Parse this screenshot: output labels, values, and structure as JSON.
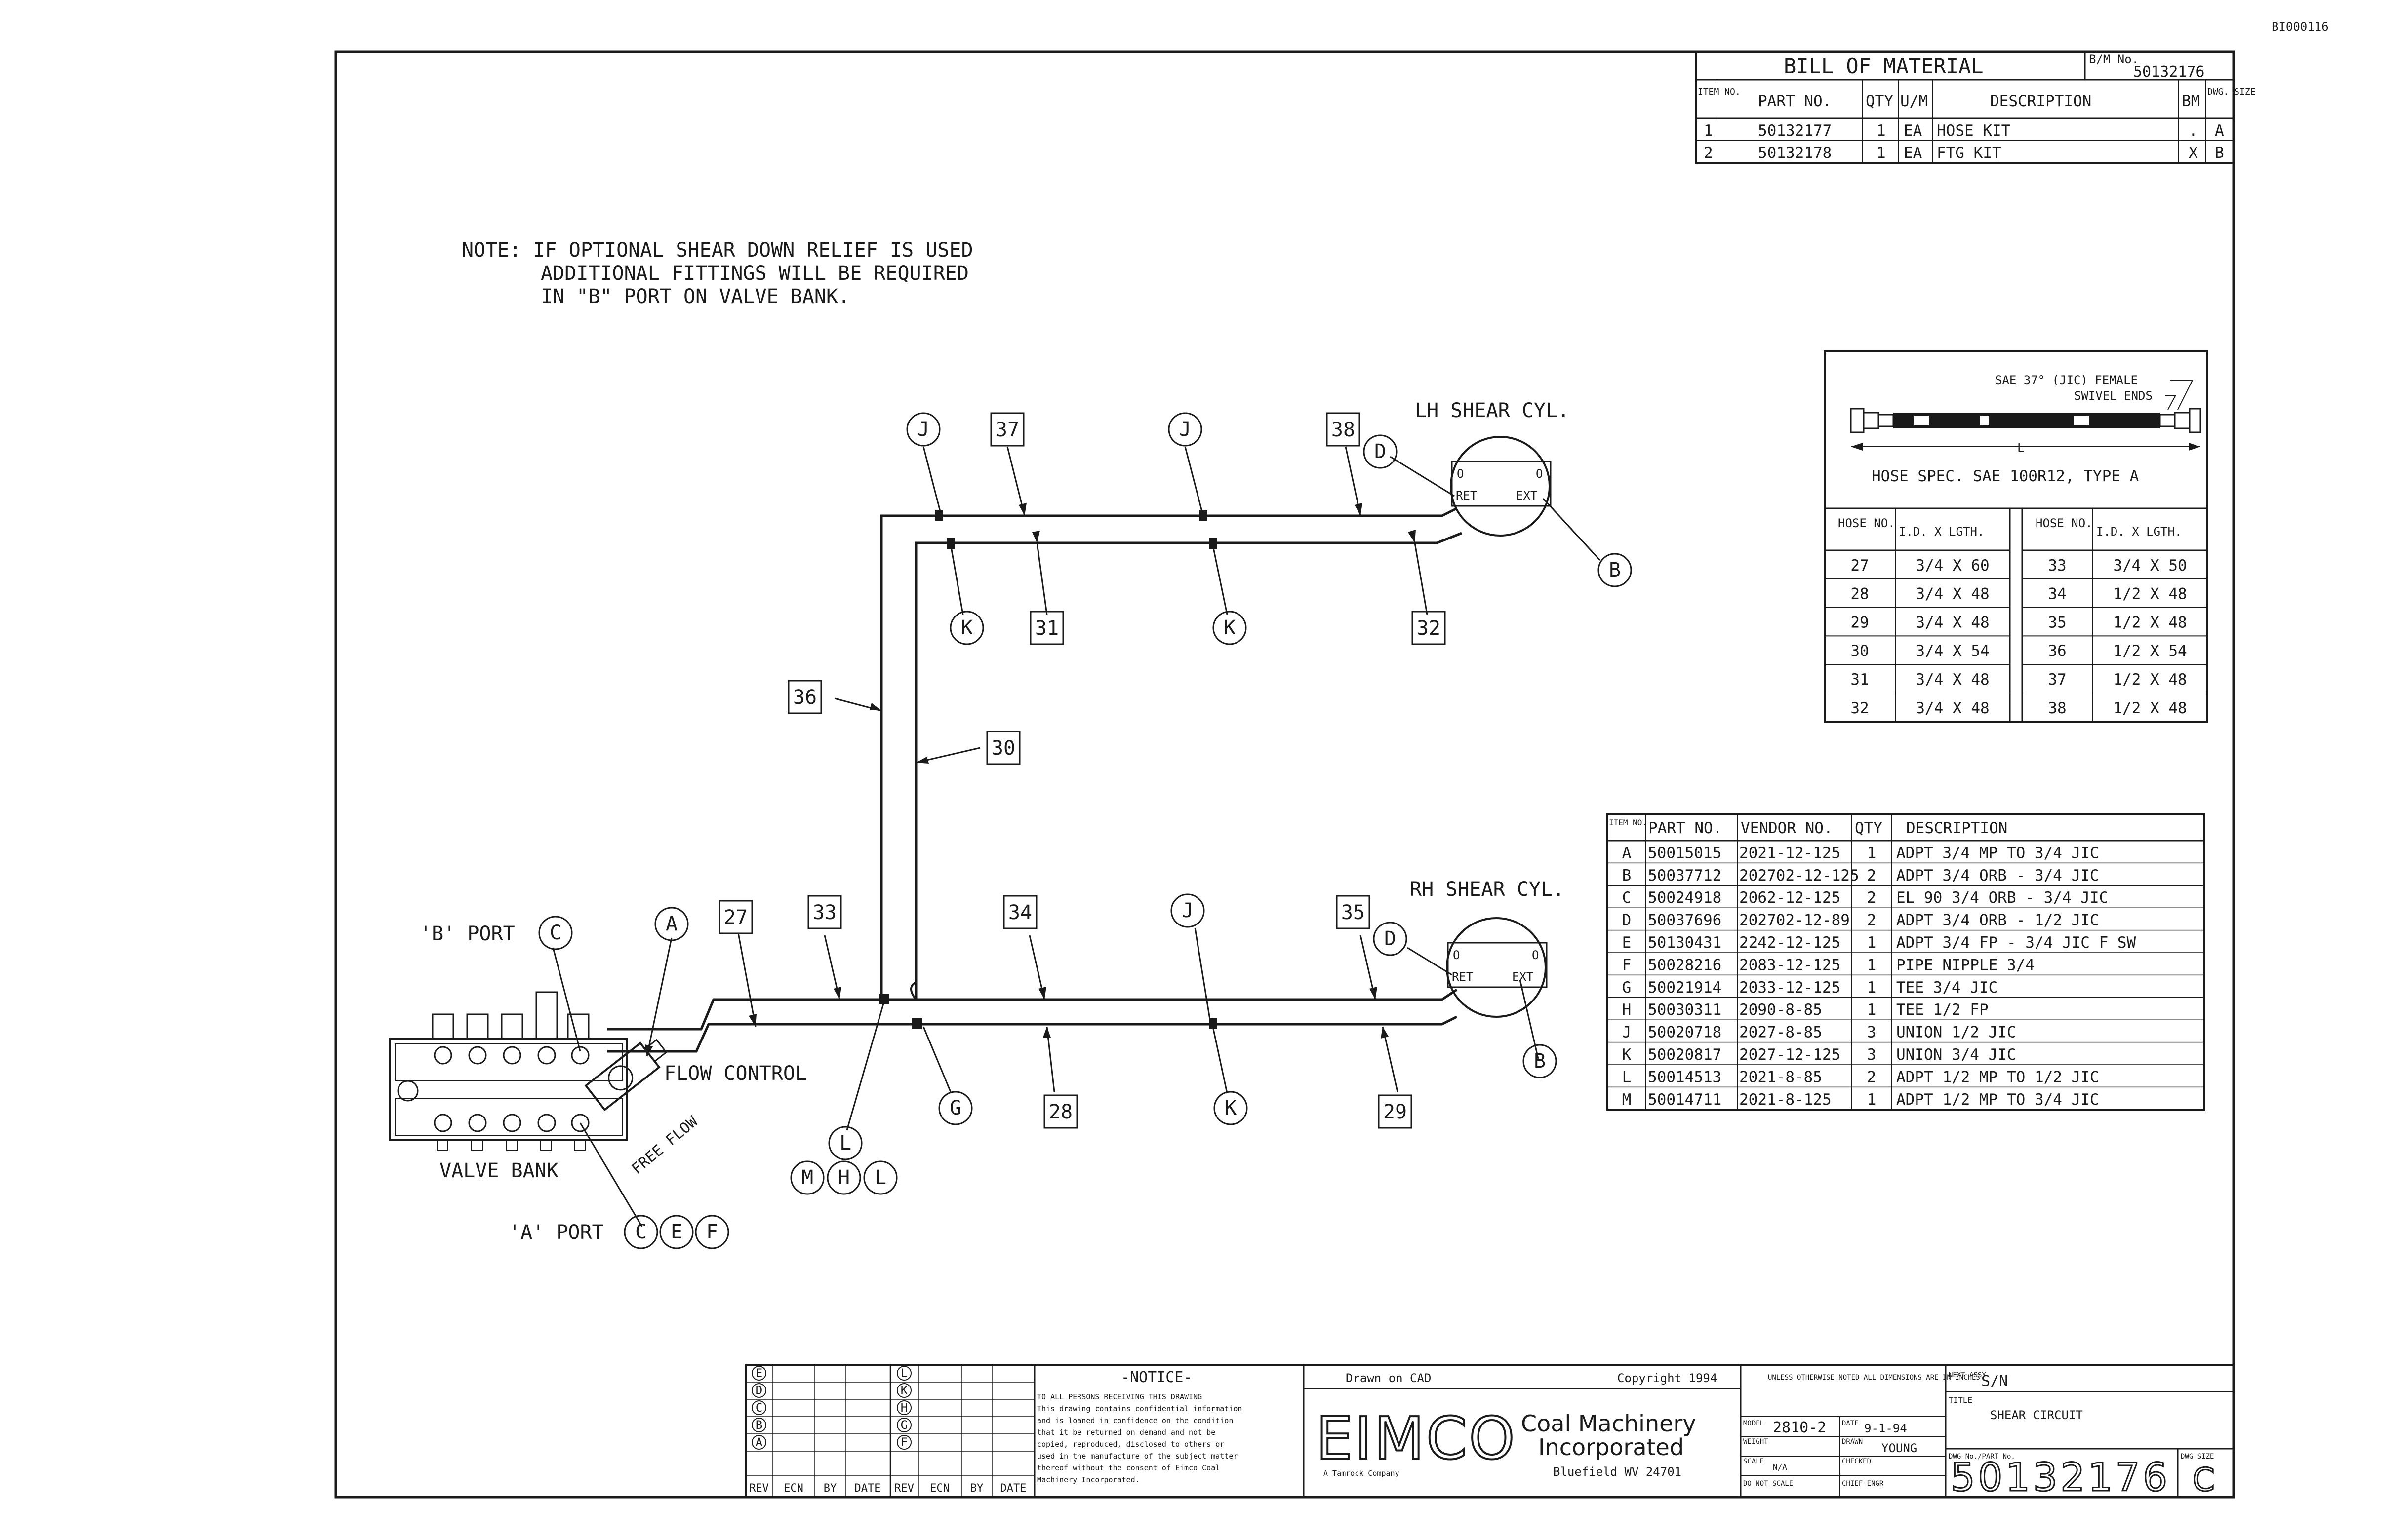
{
  "corner_id": "BI000116",
  "note": {
    "line1": "NOTE: IF OPTIONAL SHEAR DOWN RELIEF IS USED",
    "line2": "ADDITIONAL FITTINGS WILL BE REQUIRED",
    "line3": "IN \"B\" PORT ON VALVE BANK."
  },
  "bom": {
    "title": "BILL OF MATERIAL",
    "bm_no_label": "B/M No.",
    "bm_no": "50132176",
    "headers": {
      "item": "ITEM NO.",
      "part": "PART NO.",
      "qty": "QTY",
      "um": "U/M",
      "desc": "DESCRIPTION",
      "bm": "BM",
      "dwg": "DWG. SIZE"
    },
    "rows": [
      {
        "item": "1",
        "part": "50132177",
        "qty": "1",
        "um": "EA",
        "desc": "HOSE KIT",
        "bm": ".",
        "dwg": "A"
      },
      {
        "item": "2",
        "part": "50132178",
        "qty": "1",
        "um": "EA",
        "desc": "FTG KIT",
        "bm": "X",
        "dwg": "B"
      }
    ]
  },
  "hose_spec": {
    "swivel_line1": "SAE 37° (JIC) FEMALE",
    "swivel_line2": "SWIVEL ENDS",
    "length_label": "L",
    "spec": "HOSE SPEC. SAE 100R12, TYPE A",
    "head_no": "HOSE NO.",
    "head_id": "I.D. X LGTH.",
    "left": [
      [
        "27",
        "3/4 X 60"
      ],
      [
        "28",
        "3/4 X 48"
      ],
      [
        "29",
        "3/4 X 48"
      ],
      [
        "30",
        "3/4 X 54"
      ],
      [
        "31",
        "3/4 X 48"
      ],
      [
        "32",
        "3/4 X 48"
      ]
    ],
    "right": [
      [
        "33",
        "3/4 X 50"
      ],
      [
        "34",
        "1/2 X 48"
      ],
      [
        "35",
        "1/2 X 48"
      ],
      [
        "36",
        "1/2 X 54"
      ],
      [
        "37",
        "1/2 X 48"
      ],
      [
        "38",
        "1/2 X 48"
      ]
    ]
  },
  "parts": {
    "headers": {
      "item": "ITEM NO.",
      "part": "PART NO.",
      "vendor": "VENDOR NO.",
      "qty": "QTY",
      "desc": "DESCRIPTION"
    },
    "rows": [
      {
        "item": "A",
        "part": "50015015",
        "vendor": "2021-12-125",
        "qty": "1",
        "desc": "ADPT 3/4 MP TO 3/4 JIC"
      },
      {
        "item": "B",
        "part": "50037712",
        "vendor": "202702-12-125",
        "qty": "2",
        "desc": "ADPT 3/4 ORB - 3/4 JIC"
      },
      {
        "item": "C",
        "part": "50024918",
        "vendor": "2062-12-125",
        "qty": "2",
        "desc": "EL 90 3/4 ORB - 3/4 JIC"
      },
      {
        "item": "D",
        "part": "50037696",
        "vendor": "202702-12-89",
        "qty": "2",
        "desc": "ADPT 3/4 ORB - 1/2 JIC"
      },
      {
        "item": "E",
        "part": "50130431",
        "vendor": "2242-12-125",
        "qty": "1",
        "desc": "ADPT 3/4 FP - 3/4 JIC F SW"
      },
      {
        "item": "F",
        "part": "50028216",
        "vendor": "2083-12-125",
        "qty": "1",
        "desc": "PIPE NIPPLE 3/4"
      },
      {
        "item": "G",
        "part": "50021914",
        "vendor": "2033-12-125",
        "qty": "1",
        "desc": "TEE 3/4 JIC"
      },
      {
        "item": "H",
        "part": "50030311",
        "vendor": "2090-8-85",
        "qty": "1",
        "desc": "TEE 1/2 FP"
      },
      {
        "item": "J",
        "part": "50020718",
        "vendor": "2027-8-85",
        "qty": "3",
        "desc": "UNION 1/2 JIC"
      },
      {
        "item": "K",
        "part": "50020817",
        "vendor": "2027-12-125",
        "qty": "3",
        "desc": "UNION 3/4 JIC"
      },
      {
        "item": "L",
        "part": "50014513",
        "vendor": "2021-8-85",
        "qty": "2",
        "desc": "ADPT 1/2 MP TO 1/2 JIC"
      },
      {
        "item": "M",
        "part": "50014711",
        "vendor": "2021-8-125",
        "qty": "1",
        "desc": "ADPT 1/2 MP TO 3/4 JIC"
      }
    ]
  },
  "labels": {
    "lh_cyl": "LH SHEAR CYL.",
    "rh_cyl": "RH SHEAR CYL.",
    "b_port": "'B' PORT",
    "a_port": "'A' PORT",
    "valve_bank": "VALVE BANK",
    "flow_control": "FLOW CONTROL",
    "free_flow": "FREE FLOW",
    "cyl_tl": "O",
    "cyl_tr": "O",
    "cyl_ret": "RET",
    "cyl_ext": "EXT"
  },
  "callouts": {
    "hoses": [
      "37",
      "38",
      "31",
      "32",
      "36",
      "30",
      "27",
      "33",
      "34",
      "35",
      "28",
      "29"
    ],
    "fittings": [
      "J",
      "J",
      "D",
      "K",
      "K",
      "B",
      "C",
      "A",
      "J",
      "D",
      "G",
      "K",
      "B",
      "L",
      "M",
      "H",
      "L",
      "C",
      "E",
      "F"
    ]
  },
  "title_block": {
    "rev_letters": [
      "E",
      "D",
      "C",
      "B",
      "A"
    ],
    "rev_letters2": [
      "L",
      "K",
      "H",
      "G",
      "F"
    ],
    "rev_cols": [
      "REV",
      "ECN",
      "BY",
      "DATE",
      "REV",
      "ECN",
      "BY",
      "DATE"
    ],
    "notice_title": "-NOTICE-",
    "notice_lines": [
      "TO ALL PERSONS RECEIVING THIS DRAWING",
      "This drawing contains confidential information",
      "and is loaned in confidence on the condition",
      "that it be returned on demand and not be",
      "copied, reproduced, disclosed to others or",
      "used in the manufacture of the subject matter",
      "thereof without the consent of Eimco Coal",
      "Machinery Incorporated."
    ],
    "drawn_on": "Drawn on CAD",
    "copyright": "Copyright 1994",
    "company_logo": "EIMCO",
    "company_l1": "Coal Machinery",
    "company_l2": "Incorporated",
    "company_l3": "Bluefield WV 24701",
    "company_tag": "A Tamrock Company",
    "tol_text": "UNLESS OTHERWISE NOTED ALL DIMENSIONS ARE IN INCHES",
    "model": "2810-2",
    "date": "9-1-94",
    "drawn_by": "YOUNG",
    "model_lbl": "MODEL",
    "date_lbl": "DATE",
    "drawn_lbl": "DRAWN",
    "checked_lbl": "CHECKED",
    "weight_lbl": "WEIGHT",
    "scale_lbl": "SCALE",
    "scale_val": "N/A",
    "noscale": "DO NOT SCALE",
    "chief": "CHIEF ENGR",
    "next_assy_lbl": "NEXT ASSY.",
    "next_assy": "S/N",
    "title_lbl": "TITLE",
    "title": "SHEAR CIRCUIT",
    "dwg_no_lbl": "DWG No./PART No.",
    "dwg_no": "50132176",
    "size_lbl": "DWG SIZE",
    "size": "C"
  }
}
